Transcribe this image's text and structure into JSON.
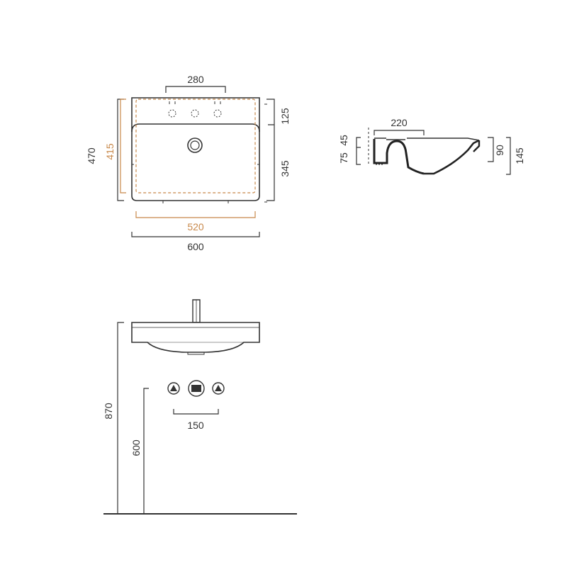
{
  "colors": {
    "line": "#333333",
    "accent": "#c8884a"
  },
  "top_view": {
    "tap_spacing": "280",
    "overall_depth": "470",
    "inner_depth": "415",
    "deck_depth": "125",
    "bowl_depth": "345",
    "inner_width": "520",
    "overall_width": "600"
  },
  "section_view": {
    "bowl_width": "220",
    "rim_height": "45",
    "front_height": "75",
    "bowl_height": "90",
    "overall_height": "145"
  },
  "elevation_view": {
    "valve_spacing": "150",
    "valve_height": "600",
    "basin_height": "870"
  }
}
